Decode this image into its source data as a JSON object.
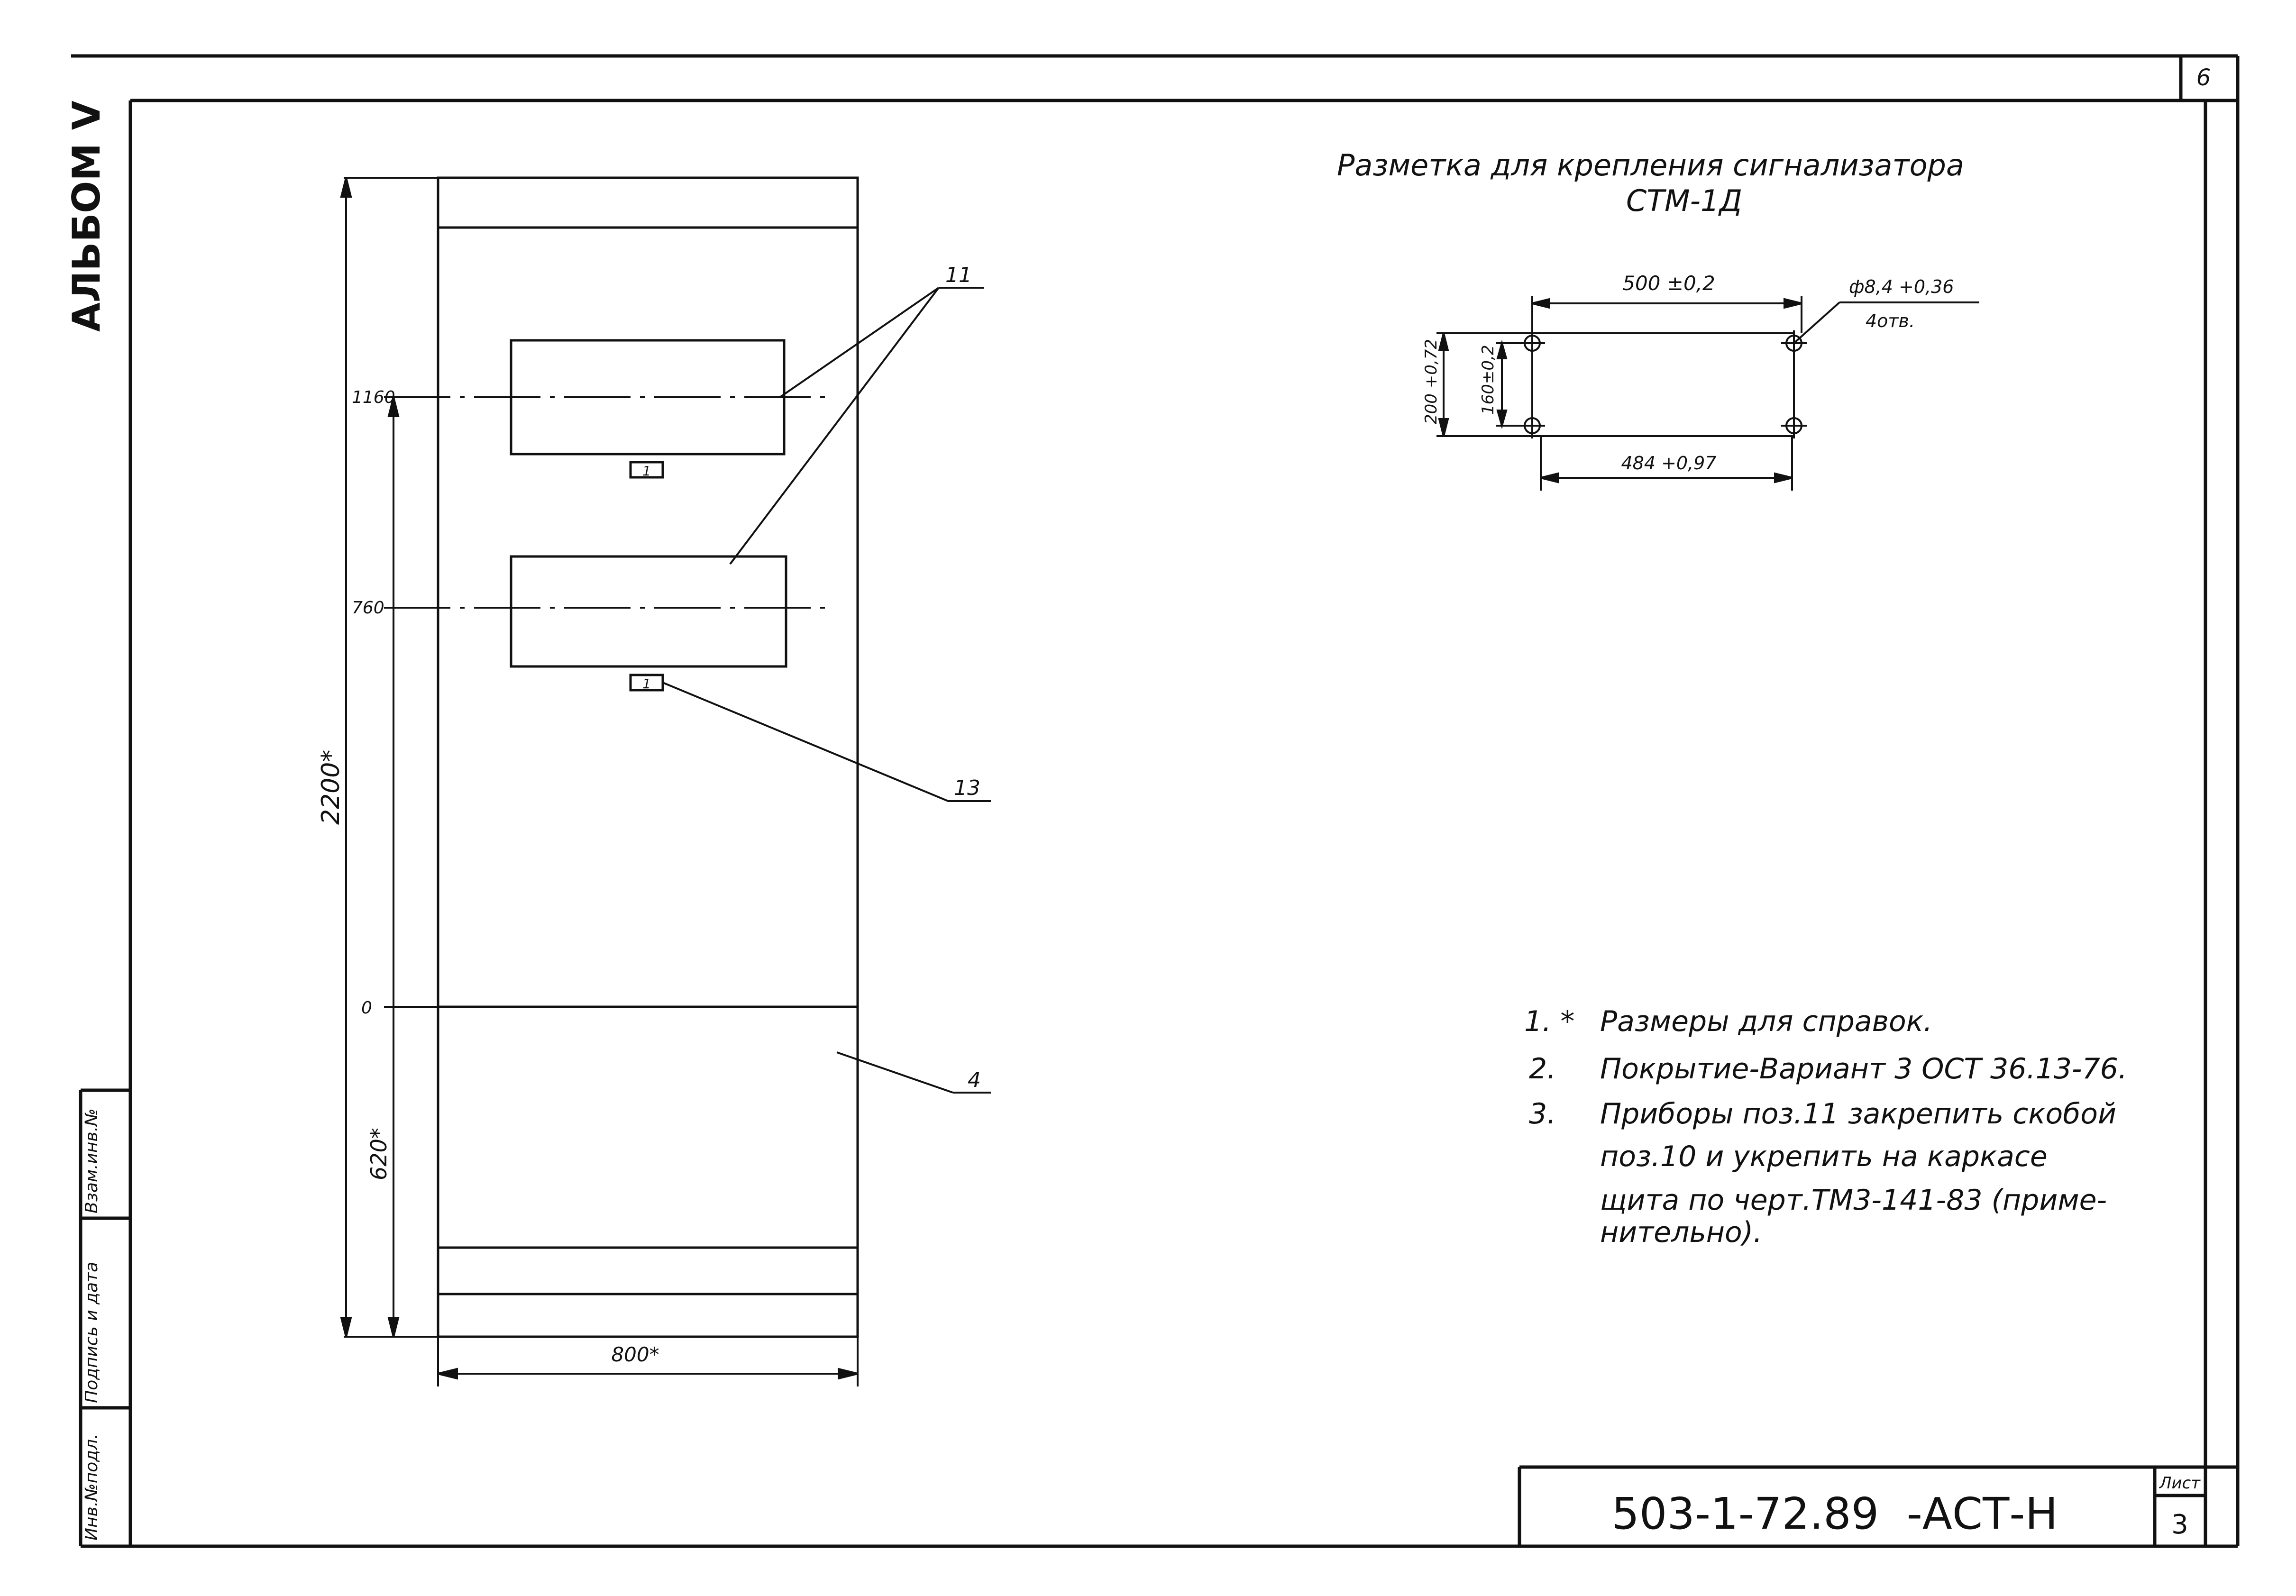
{
  "sheet": {
    "corner_number": "6",
    "archive_stamp": "АЛЬБОМ V",
    "side_stamp": {
      "cell_inv_podl": "Инв.№подл.",
      "cell_signature": "Подпись и дата",
      "cell_vzam": "Взам.инв.№"
    }
  },
  "cabinet": {
    "height_dim": "2200*",
    "width_dim": "800*",
    "lower_dim": "620*",
    "level_1160": "1160",
    "level_760": "760",
    "level_0": "0",
    "callout_11": "11",
    "callout_13": "13",
    "callout_4": "4",
    "tag_upper": "1",
    "tag_lower": "1"
  },
  "marking": {
    "title_line1": "Разметка для крепления сигнализатора",
    "title_line2": "СТМ-1Д",
    "dim_500": "500 ±0,2",
    "dim_hole": "ф8,4 +0,36",
    "dim_hole_count": "4отв.",
    "dim_200": "200 +0,72",
    "dim_160": "160±0,2",
    "dim_484": "484 +0,97"
  },
  "notes": {
    "items": [
      {
        "num": "1. *",
        "text": "Размеры для справок."
      },
      {
        "num": "2.",
        "text": "Покрытие-Вариант 3 ОСТ 36.13-76."
      },
      {
        "num": "3.",
        "text": "Приборы поз.11 закрепить скобой"
      }
    ],
    "continuation": [
      "поз.10 и укрепить на каркасе",
      "щита по черт.ТМ3-141-83 (приме-",
      "нительно)."
    ]
  },
  "title_block": {
    "code": "503-1-72.89  -АСТ-Н",
    "sheet_label": "Лист",
    "sheet_number": "3"
  }
}
